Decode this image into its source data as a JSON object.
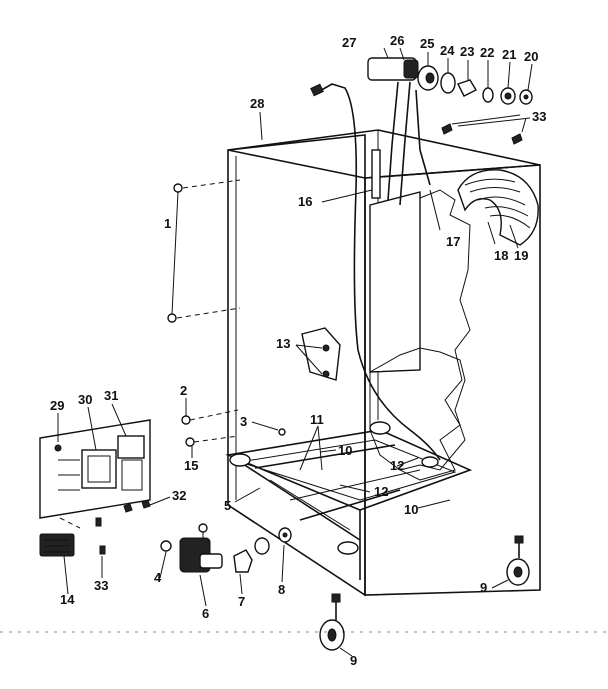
{
  "callouts": {
    "c1": "1",
    "c2": "2",
    "c3": "3",
    "c4": "4",
    "c5": "5",
    "c6": "6",
    "c7": "7",
    "c8": "8",
    "c9a": "9",
    "c9b": "9",
    "c10a": "10",
    "c10b": "10",
    "c11": "11",
    "c12a": "12",
    "c12b": "12",
    "c13": "13",
    "c14": "14",
    "c15": "15",
    "c16": "16",
    "c17": "17",
    "c18": "18",
    "c19": "19",
    "c20": "20",
    "c21": "21",
    "c22": "22",
    "c23": "23",
    "c24": "24",
    "c25": "25",
    "c26": "26",
    "c27": "27",
    "c28": "28",
    "c29": "29",
    "c30": "30",
    "c31": "31",
    "c32": "32",
    "c33a": "33",
    "c33b": "33"
  },
  "colors": {
    "ink": "#111111",
    "paper": "#ffffff"
  }
}
